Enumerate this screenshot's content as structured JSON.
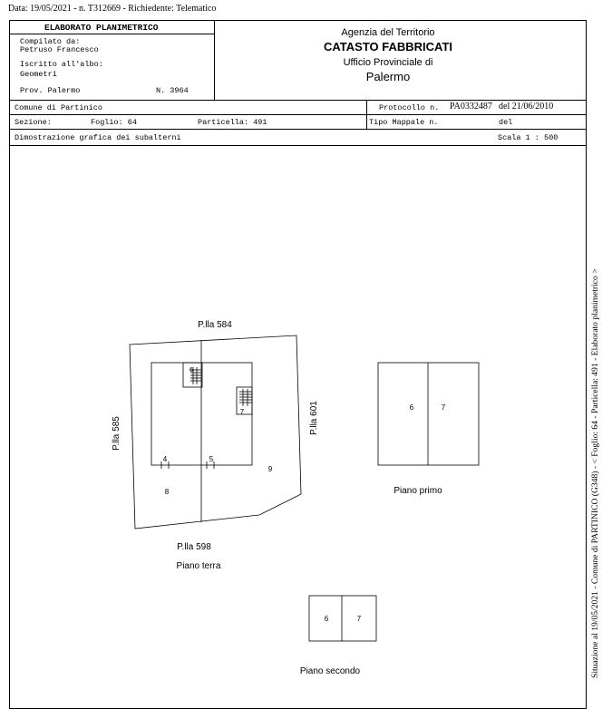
{
  "header_line": "Data: 19/05/2021 - n. T312669 - Richiedente: Telematico",
  "form": {
    "title": "ELABORATO PLANIMETRICO",
    "compilato_label": "Compilato da:",
    "compilato_name": "Petruso Francesco",
    "iscritto_label": "Iscritto all'albo:",
    "iscritto_value": "Geometri",
    "prov_label": "Prov. Palermo",
    "numero": "N.  3964"
  },
  "agency": {
    "line1": "Agenzia del Territorio",
    "line2": "CATASTO FABBRICATI",
    "line3": "Ufficio Provinciale di",
    "line4": "Palermo"
  },
  "info": {
    "comune": "Comune di Partinico",
    "sezione": "Sezione:",
    "foglio": "Foglio: 64",
    "particella": "Particella: 491",
    "protocollo_label": "Protocollo n.",
    "protocollo_value": "PA0332487",
    "protocollo_date": "del 21/06/2010",
    "tipo_mappale": "Tipo Mappale n.",
    "tipo_del": "del",
    "dimostrazione": "Dimostrazione grafica dei subalterni",
    "scala": "Scala 1 : 500"
  },
  "plan": {
    "top_label": "P.lla 584",
    "left_label": "P.lla 585",
    "right_label": "P.lla 601",
    "bottom_label": "P.lla 598",
    "ground_caption": "Piano terra",
    "first_caption": "Piano primo",
    "second_caption": "Piano secondo",
    "ground_units": [
      "6",
      "7",
      "4",
      "5",
      "8",
      "9"
    ],
    "first_units": [
      "6",
      "7"
    ],
    "second_units": [
      "6",
      "7"
    ]
  },
  "sidebar_text": "Situazione al 19/05/2021 - Comune di PARTINICO (G348) - < Foglio: 64 - Particella: 491 - Elaborato planimetrico >"
}
